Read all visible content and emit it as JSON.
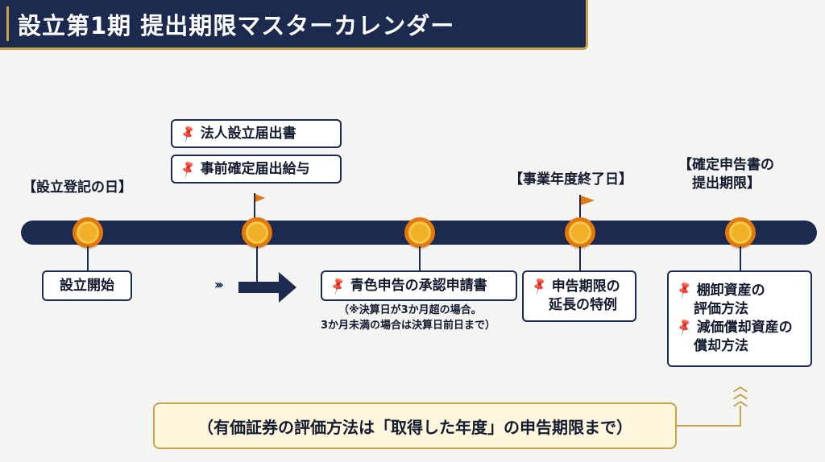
{
  "title": "設立第1期 提出期限マスターカレンダー",
  "milestones": {
    "m1": {
      "label": "【設立登記の日】",
      "box": "設立開始"
    },
    "m2": {
      "items": [
        "法人設立届出書",
        "事前確定届出給与"
      ]
    },
    "m3": {
      "box": "青色申告の承認申請書",
      "note_line1": "（※決算日が3か月超の場合。",
      "note_line2": "3か月未満の場合は決算日前日まで）"
    },
    "m4": {
      "label": "【事業年度終了日】",
      "box_line1": "申告期限の",
      "box_line2": "延長の特例"
    },
    "m5": {
      "label_line1": "【確定申告書の",
      "label_line2": "提出期限】",
      "item1_line1": "棚卸資産の",
      "item1_line2": "評価方法",
      "item2_line1": "減価償却資産の",
      "item2_line2": "償却方法"
    }
  },
  "bottom_note": "（有価証券の評価方法は「取得した年度」の申告期限まで）",
  "colors": {
    "navy": "#1b2a4e",
    "orange": "#e07a10",
    "gold": "#c9a24c",
    "node": "#f0b028"
  }
}
